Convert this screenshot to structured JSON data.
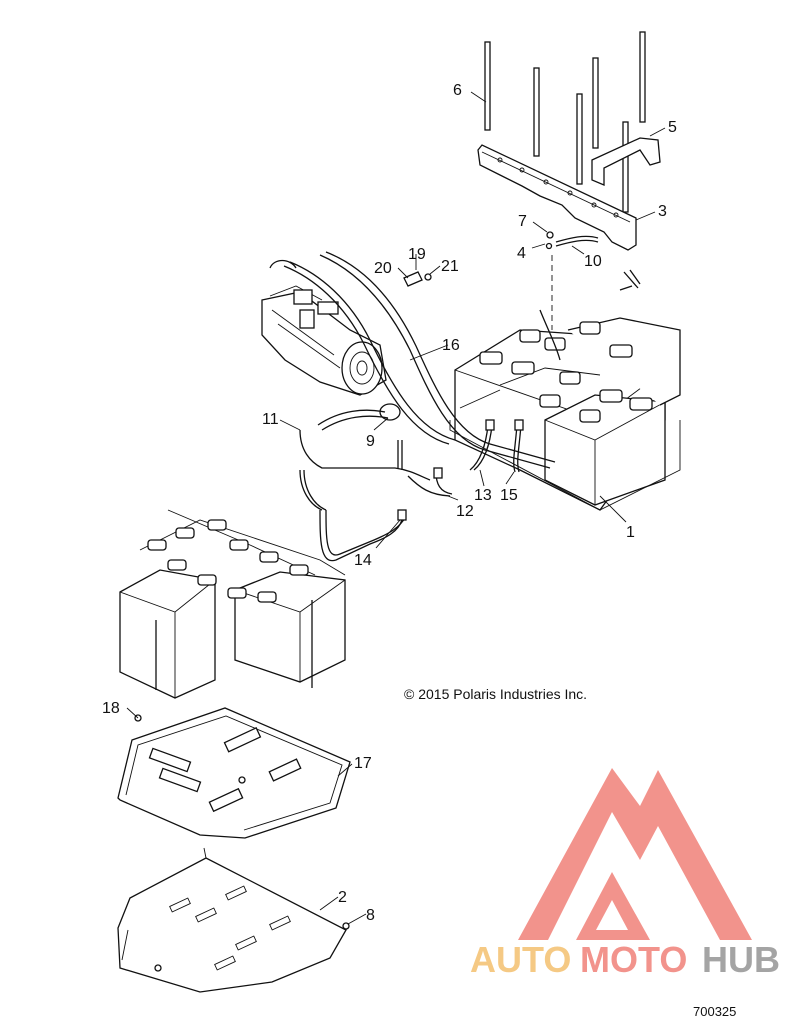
{
  "callouts": {
    "c1": "1",
    "c2": "2",
    "c3": "3",
    "c4": "4",
    "c5": "5",
    "c6": "6",
    "c7": "7",
    "c8": "8",
    "c9": "9",
    "c10": "10",
    "c11": "11",
    "c12": "12",
    "c13": "13",
    "c14": "14",
    "c15": "15",
    "c16": "16",
    "c17": "17",
    "c18": "18",
    "c19": "19",
    "c20": "20",
    "c21": "21"
  },
  "copyright": "© 2015 Polaris Industries Inc.",
  "figure_id": "700325",
  "watermark": {
    "auto": "AUTO",
    "moto": "MOTO",
    "hub": "HUB",
    "colors": {
      "auto": "#f5c77e",
      "moto": "#f28e86",
      "hub": "#a0a0a0",
      "triangle": "#f28e86"
    }
  }
}
